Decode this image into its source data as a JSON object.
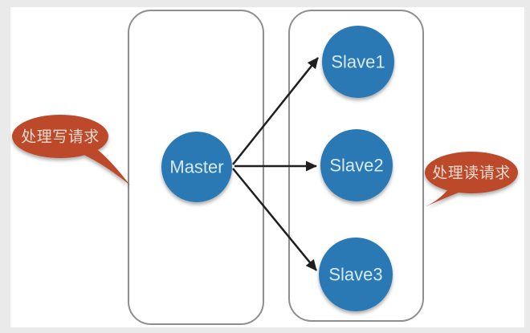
{
  "colors": {
    "page_margin": "#eaeaea",
    "canvas": "#ffffff",
    "container_border": "#8e8e8e",
    "node_fill": "#2b79b5",
    "node_label": "#d6eaf8",
    "bubble_fill": "#bc4a2c",
    "bubble_label": "#f0dbd0",
    "arrow": "#1f1f1f"
  },
  "nodes": {
    "master": {
      "label": "Master"
    },
    "slave1": {
      "label": "Slave1"
    },
    "slave2": {
      "label": "Slave2"
    },
    "slave3": {
      "label": "Slave3"
    }
  },
  "edges": [
    {
      "from": "Master",
      "to": "Slave1"
    },
    {
      "from": "Master",
      "to": "Slave2"
    },
    {
      "from": "Master",
      "to": "Slave3"
    }
  ],
  "callouts": {
    "write": {
      "label": "处理写请求"
    },
    "read": {
      "label": "处理读请求"
    }
  }
}
